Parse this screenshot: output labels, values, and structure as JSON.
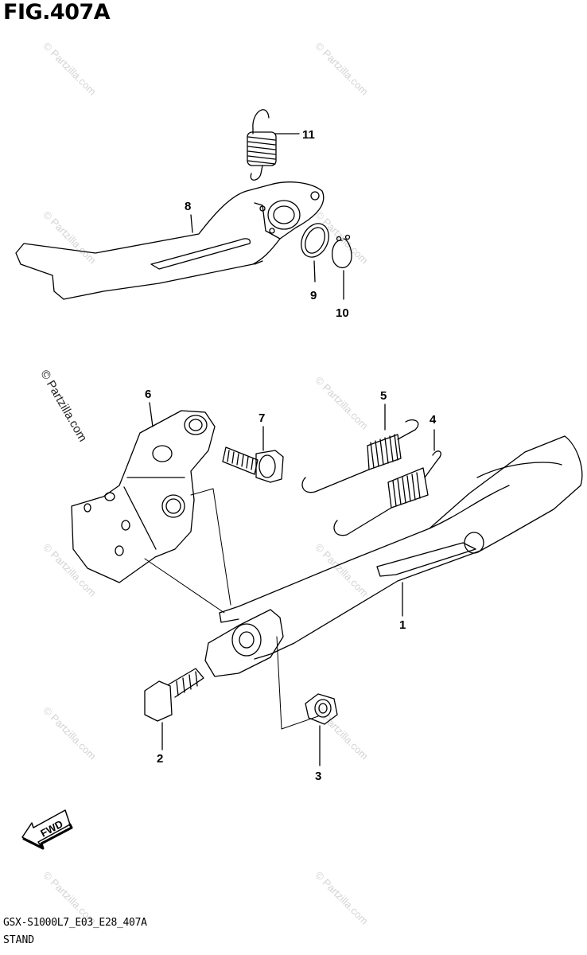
{
  "figure": {
    "title": "FIG.407A",
    "code": "GSX-S1000L7_E03_E28_407A",
    "name": "STAND"
  },
  "watermark": {
    "text": "© Partzilla.com",
    "dark_text": "© Partzilla.com"
  },
  "fwd_label": "FWD",
  "callouts": [
    "1",
    "2",
    "3",
    "4",
    "5",
    "6",
    "7",
    "8",
    "9",
    "10",
    "11"
  ]
}
